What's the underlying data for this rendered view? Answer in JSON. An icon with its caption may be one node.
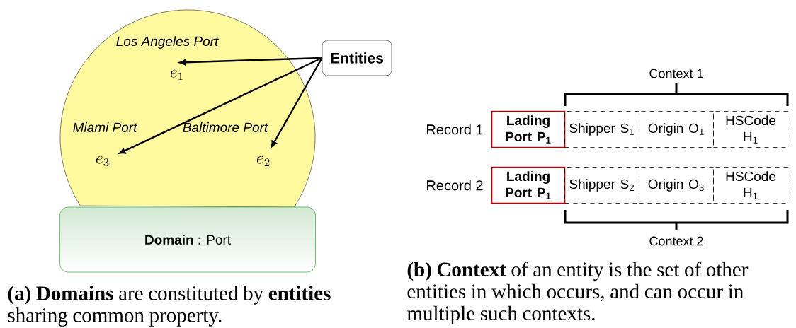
{
  "diagram": {
    "nodes": [
      {
        "text": [],
        "shape": "circle"
      },
      {
        "text": [
          "e_1"
        ],
        "in": 0,
        "beside": [
          "Los Angeles Port"
        ]
      },
      {
        "text": [
          "e_3"
        ],
        "in": 0,
        "beside": [
          "Miami Port"
        ]
      },
      {
        "text": [
          "e_2"
        ],
        "in": 0,
        "beside": [
          "Baltimore Port"
        ]
      },
      {
        "text": [
          "**Domain** : Port"
        ]
      },
      {
        "text": [
          "Entities"
        ]
      },
      {
        "text": [
          "Lading Port P$_{1}$"
        ]
      },
      {
        "text": [
          "Shipper  S$_{1}$"
        ]
      },
      {
        "text": [
          "Origin O$_{1}$"
        ]
      },
      {
        "text": [
          "HSCode H$_{1}$"
        ]
      },
      {
        "text": [
          "Lading Port P$_{1}$"
        ]
      },
      {
        "text": [
          "Shipper  S$_{2}$"
        ]
      },
      {
        "text": [
          "Origin O$_{3}$"
        ]
      },
      {
        "text": [
          "HSCode H$_{1}$"
        ]
      }
    ],
    "edges": [
      {
        "from": 5,
        "to": 1,
        "arrow": "to"
      },
      {
        "from": 5,
        "to": 2,
        "arrow": "to"
      },
      {
        "from": 5,
        "to": 3,
        "arrow": "to"
      }
    ],
    "labels": [
      "Context 1",
      "Record 1",
      "Record 2",
      "Context 2",
      "**(a) Domains** are constituted by **entities** sharing common property.",
      "**(b) Context** of an entity is the set of other entities in which occurs, and can occur in multiple such contexts."
    ]
  }
}
